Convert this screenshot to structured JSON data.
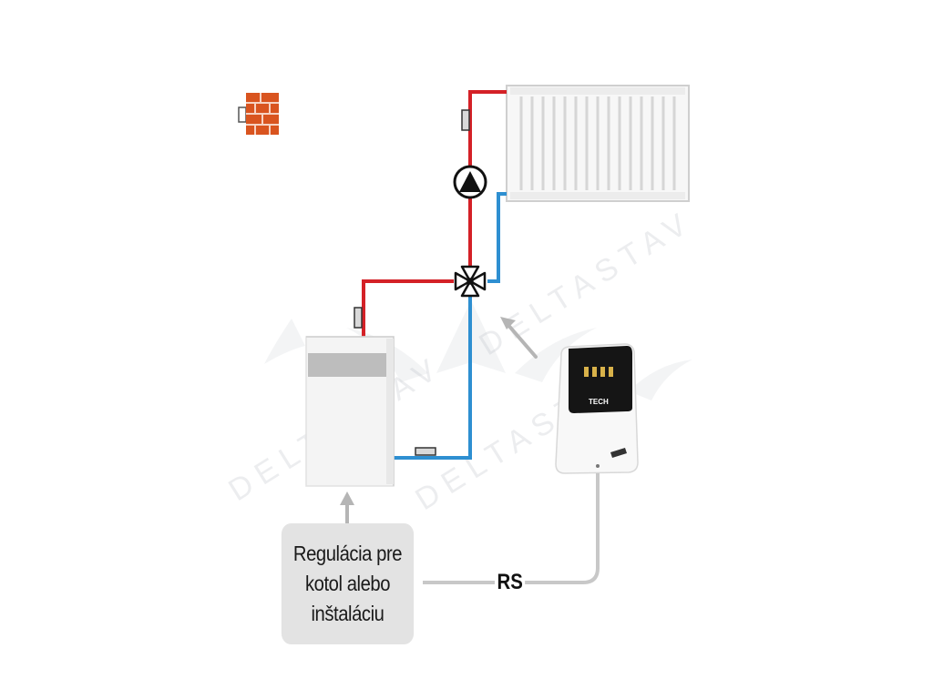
{
  "diagram": {
    "label_box": {
      "lines": [
        "Regulácia pre",
        "kotol alebo",
        "inštaláciu"
      ]
    },
    "connection_label": "RS",
    "device_brand": "TECH",
    "watermark": "DELTASTAV",
    "colors": {
      "supply_pipe": "#d42127",
      "return_pipe": "#2e8fd1",
      "cable": "#c8c8c8",
      "wall_brick": "#d9541f",
      "arrow": "#b5b5b5"
    },
    "icons": [
      "brick-wall-icon",
      "radiator-icon",
      "pump-icon",
      "mixing-valve-icon",
      "boiler-icon",
      "controller-device-icon",
      "temperature-sensor-icon"
    ]
  }
}
